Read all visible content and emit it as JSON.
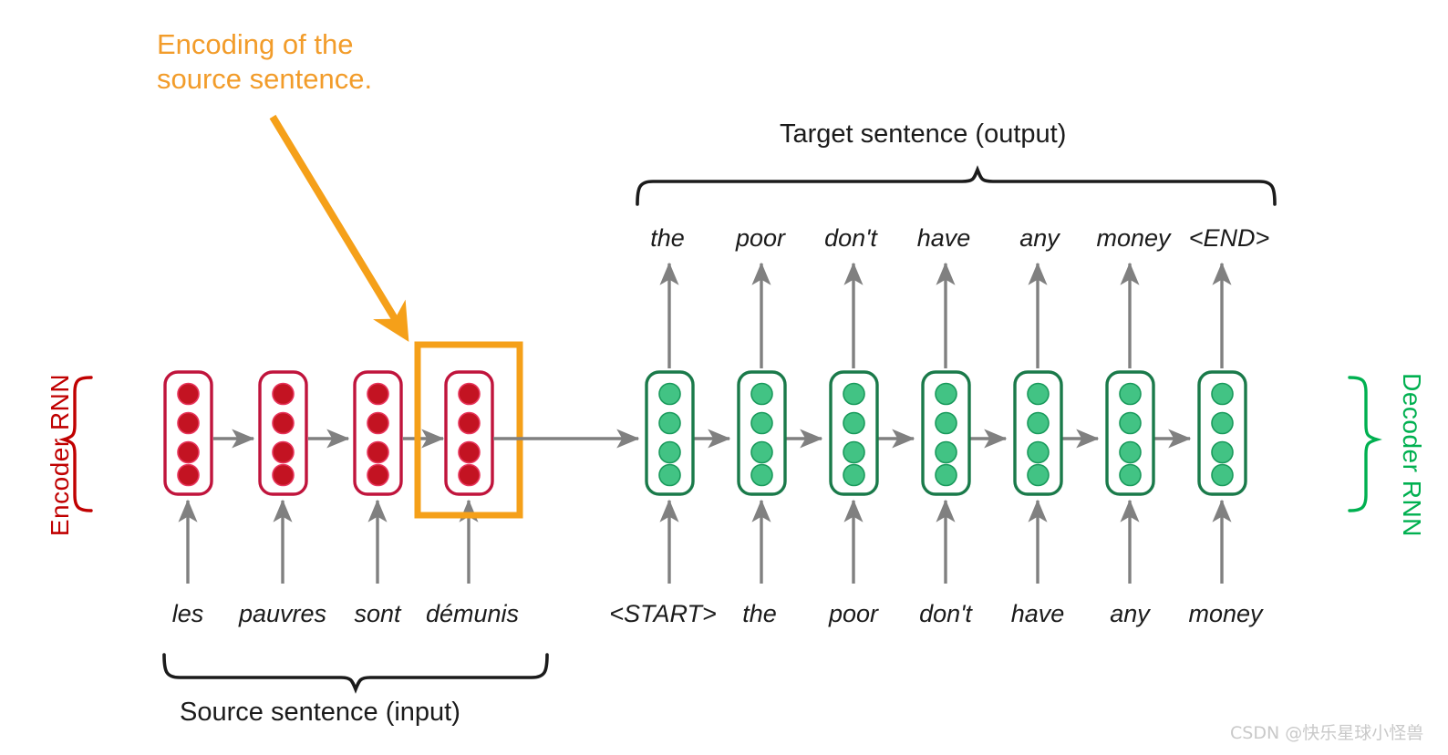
{
  "figure": {
    "title_annotation": "Encoding of the\nsource sentence.",
    "target_caption": "Target sentence (output)",
    "source_caption": "Source sentence (input)",
    "encoder_label": "Encoder RNN",
    "decoder_label": "Decoder RNN",
    "watermark": "CSDN @快乐星球小怪兽"
  },
  "colors": {
    "annotation_orange": "#f29c2a",
    "highlight_box_orange": "#f5a019",
    "encoder_red": "#c00000",
    "encoder_cell_border": "#c0143c",
    "encoder_node_fill": "#c31322",
    "decoder_green": "#00b050",
    "decoder_cell_border": "#1a7a4a",
    "decoder_node_fill": "#42c384",
    "arrow_gray": "#808080",
    "text_black": "#1b1b1b",
    "watermark_gray": "#c9c9c9"
  },
  "encoder": {
    "cell_count": 4,
    "nodes_per_cell": 4,
    "input_tokens": [
      "les",
      "pauvres",
      "sont",
      "démunis"
    ],
    "highlighted_cell_index": 3
  },
  "decoder": {
    "cell_count": 7,
    "nodes_per_cell": 4,
    "input_tokens": [
      "<START>",
      "the",
      "poor",
      "don't",
      "have",
      "any",
      "money"
    ],
    "output_tokens": [
      "the",
      "poor",
      "don't",
      "have",
      "any",
      "money",
      "<END>"
    ]
  }
}
